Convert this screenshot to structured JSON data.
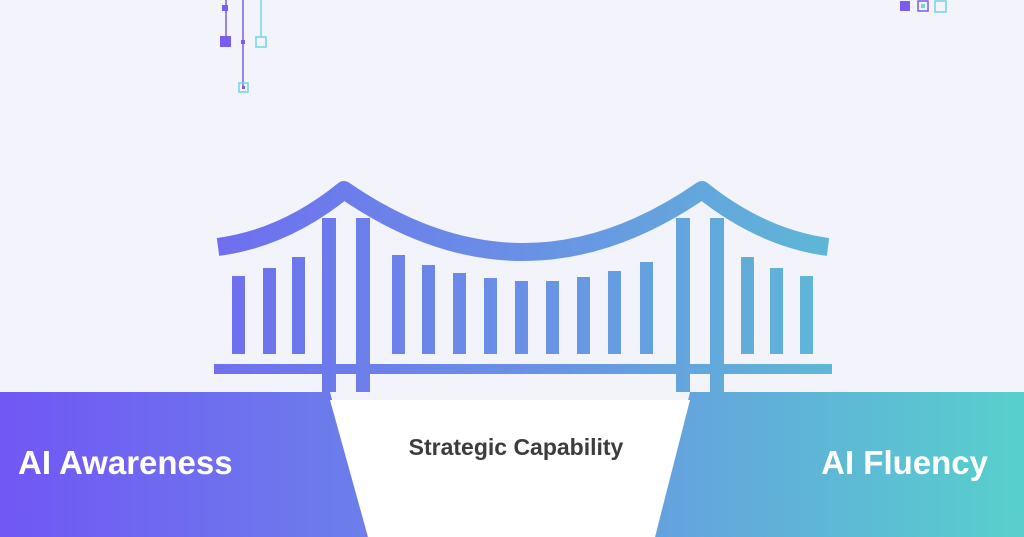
{
  "labels": {
    "left": "AI Awareness",
    "center": "Strategic Capability",
    "right": "AI Fluency"
  },
  "colors": {
    "background": "#f3f3fc",
    "gradient_start": "#7157f5",
    "gradient_mid": "#6a8fe6",
    "gradient_end": "#57d0cc",
    "gap_fill": "#ffffff",
    "center_text": "#3c3c3c",
    "side_text": "#ffffff",
    "deco_purple": "#7a5cf0",
    "deco_cyan": "#6fd6e0"
  },
  "decorations": {
    "icon_names": [
      "circuit-squares-top-left",
      "squares-top-right"
    ]
  }
}
